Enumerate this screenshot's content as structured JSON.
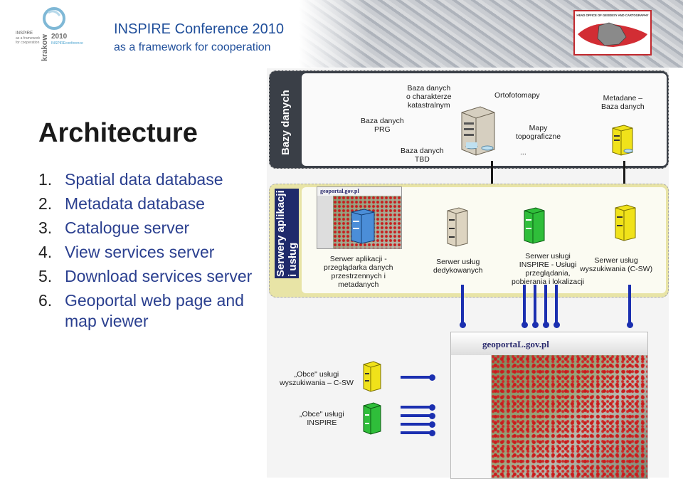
{
  "header": {
    "title": "INSPIRE Conference 2010",
    "subtitle": "as a framework for cooperation",
    "logo_left_lines": [
      "INSPIRE",
      "as a framework",
      "for cooperation",
      "krakow",
      "2010",
      "INSPIREconference"
    ],
    "logo_right_text": "HEAD OFFICE OF GEODESY AND CARTOGRAPHY"
  },
  "slide": {
    "title": "Architecture",
    "items": [
      {
        "num": "1.",
        "text": "Spatial data database"
      },
      {
        "num": "2.",
        "text": "Metadata database"
      },
      {
        "num": "3.",
        "text": "Catalogue server"
      },
      {
        "num": "4.",
        "text": "View services server"
      },
      {
        "num": "5.",
        "text": "Download services server"
      },
      {
        "num": "6.",
        "text": "Geoportal web page and map viewer"
      }
    ]
  },
  "diagram": {
    "band_db_title": "Bazy danych",
    "band_srv_title": "Serwery aplikacji\ni usług",
    "db_labels": {
      "cadastral": "Baza danych\no charakterze\nkatastralnym",
      "ortho": "Ortofotomapy",
      "metadata": "Metadane –\nBaza danych",
      "prg": "Baza danych\nPRG",
      "topo": "Mapy\ntopograficzne",
      "tbd": "Baza danych\nTBD",
      "more": "..."
    },
    "srv_labels": {
      "app": "Serwer aplikacji -\nprzeglądarka danych\nprzestrzennych i\nmetadanych",
      "dedicated": "Serwer usług\ndedykowanych",
      "inspire": "Serwer usługi\nINSPIRE - Usługi\nprzeglądania,\npobierania i lokalizacji",
      "csw": "Serwer usług\nwyszukiwania (C-SW)"
    },
    "external_labels": {
      "csw": "„Obce\" usługi\nwyszukiwania – C-SW",
      "inspire": "„Obce\" usługi\nINSPIRE"
    },
    "viewer_logo": "geoportaL.gov.pl",
    "mini_logo": "geoportal.gov.pl"
  },
  "colors": {
    "title_blue": "#1f4e9a",
    "list_blue": "#2a3f8f",
    "connector_blue": "#1b2fb0",
    "band_yellow": "#e8e4a6"
  }
}
